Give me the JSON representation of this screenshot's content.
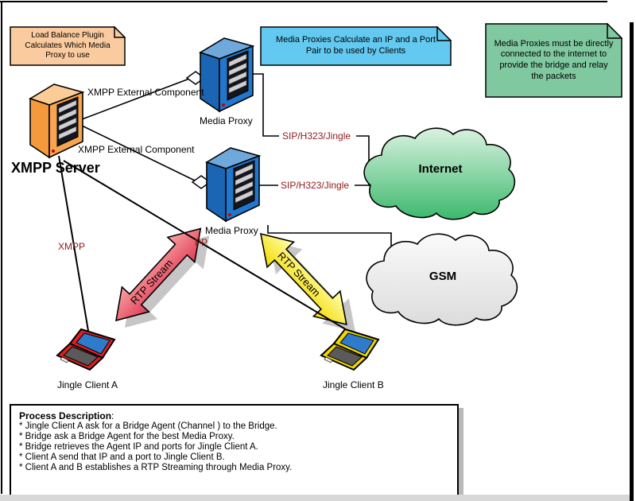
{
  "diagram": {
    "notes": {
      "load_balance": {
        "text": "Load Balance Plugin\nCalculates Which Media\nProxy to use",
        "color": "#FACB9E"
      },
      "proxies_ip": {
        "text": "Media Proxies Calculate an IP and a Port\nPair to be used by Clients",
        "color": "#63C9F0"
      },
      "proxies_internet": {
        "text": "Media Proxies must be directly\nconnected to the internet to\nprovide the bridge and relay\nthe packets",
        "color": "#80C9A0"
      }
    },
    "nodes": {
      "xmpp_server": {
        "label": "XMPP Server"
      },
      "media_proxy_1": {
        "label": "Media Proxy"
      },
      "media_proxy_2": {
        "label": "Media Proxy"
      },
      "internet_cloud": {
        "label": "Internet"
      },
      "gsm_cloud": {
        "label": "GSM"
      },
      "jingle_client_a": {
        "label": "Jingle Client A"
      },
      "jingle_client_b": {
        "label": "Jingle Client B"
      }
    },
    "edges": {
      "xmpp_external_component_1": "XMPP External Component",
      "xmpp_external_component_2": "XMPP External Component",
      "sip_jingle_1": "SIP/H323/Jingle",
      "sip_jingle_2": "SIP/H323/Jingle",
      "xmpp": "XMPP",
      "xmpp_partial": "PP",
      "rtp_stream_red": "RTP Stream",
      "rtp_stream_yellow": "RTP Stream"
    },
    "process": {
      "title": "Process Description",
      "title_suffix": ":",
      "items": [
        "* Jingle Client A ask for a Bridge Agent (Channel ) to the Bridge.",
        "* Bridge ask a Bridge Agent for the best Media Proxy.",
        "* Bridge retrieves the Agent IP and ports for Jingle Client A.",
        "* Client A send that IP and a port to Jingle Client B.",
        "* Client A and B establishes a RTP Streaming through Media Proxy."
      ]
    },
    "colors": {
      "label_red": "#8E1A1A",
      "server_orange": "#F8A54F",
      "server_blue": "#2277CC",
      "internet_green": "#3CB96D",
      "gsm_gray": "#DEDEDE",
      "arrow_red": "#E5405E",
      "arrow_yellow": "#F6DC00",
      "client_a_red": "#DE2020",
      "client_b_yellow": "#F2D800"
    }
  }
}
